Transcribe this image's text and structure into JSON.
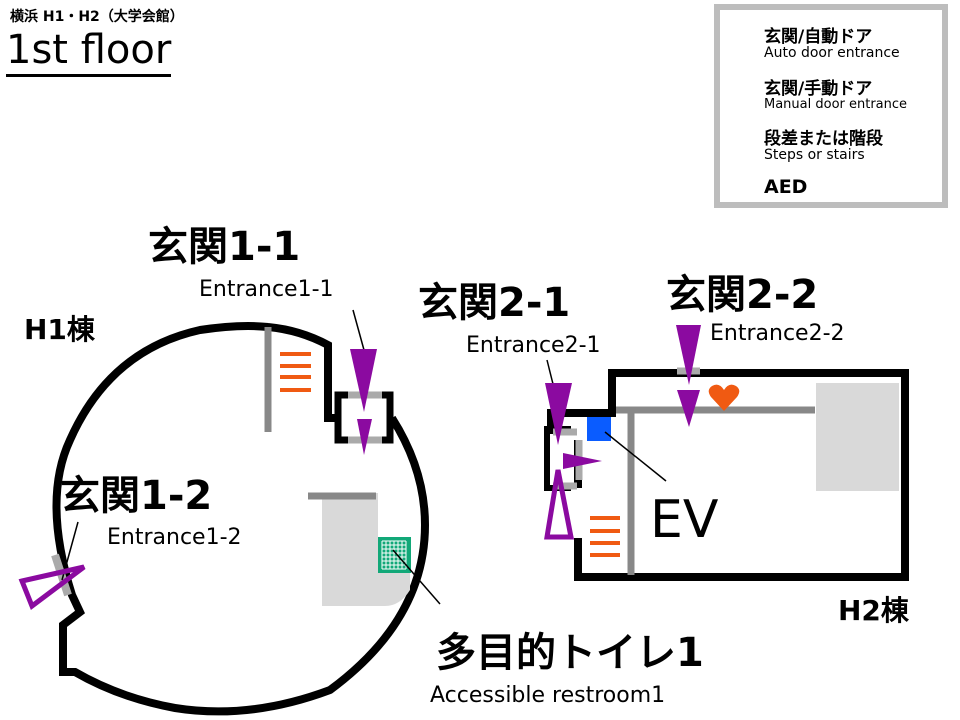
{
  "header": {
    "subtitle": "横浜 H1・H2（大学会館）",
    "title": "1st floor"
  },
  "legend": {
    "items": [
      {
        "icon": "auto-door-icon",
        "jp": "玄関/自動ドア",
        "en": "Auto door entrance",
        "color": "#8b0aa0"
      },
      {
        "icon": "manual-door-icon",
        "jp": "玄関/手動ドア",
        "en": "Manual door entrance",
        "color": "#8b0aa0"
      },
      {
        "icon": "stairs-icon",
        "jp": "段差または階段",
        "en": "Steps or stairs",
        "color": "#f05a12"
      },
      {
        "icon": "heart-icon",
        "jp": "AED",
        "en": "",
        "color": "#f05a12"
      }
    ]
  },
  "buildings": {
    "h1": "H1棟",
    "h2": "H2棟"
  },
  "labels": {
    "entrance_1_1": {
      "jp": "玄関1-1",
      "en": "Entrance1-1"
    },
    "entrance_1_2": {
      "jp": "玄関1-2",
      "en": "Entrance1-2"
    },
    "entrance_2_1": {
      "jp": "玄関2-1",
      "en": "Entrance2-1"
    },
    "entrance_2_2": {
      "jp": "玄関2-2",
      "en": "Entrance2-2"
    },
    "restroom": {
      "jp": "多目的トイレ1",
      "en": "Accessible restroom1"
    },
    "elevator": "EV"
  },
  "colors": {
    "door": "#8b0aa0",
    "stairs": "#f05a12",
    "aed": "#f05a12",
    "elevator": "#0a5cff",
    "restroom": "#12a878",
    "wall": "#000000",
    "partition": "#888888",
    "room_fill": "#d9d9d9"
  }
}
